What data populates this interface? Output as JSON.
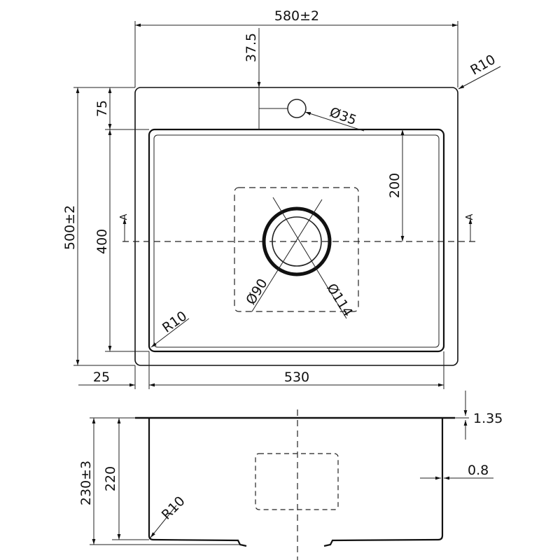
{
  "top_view": {
    "overall_width": "580±2",
    "tap_hole_offset": "37.5",
    "corner_radius_outer": "R10",
    "tap_hole_diameter": "Ø35",
    "rim_depth": "75",
    "overall_depth": "500±2",
    "bowl_depth": "400",
    "drain_offset": "200",
    "section_marker_left": "A",
    "section_marker_right": "A",
    "drain_inner_diameter": "Ø90",
    "drain_outer_diameter": "Ø114",
    "corner_radius_inner": "R10",
    "side_rim_width": "25",
    "bowl_width": "530"
  },
  "side_view": {
    "overall_height": "230±3",
    "bowl_height": "220",
    "corner_radius": "R10",
    "sheet_thickness_rim": "1.35",
    "wall_thickness": "0.8"
  }
}
